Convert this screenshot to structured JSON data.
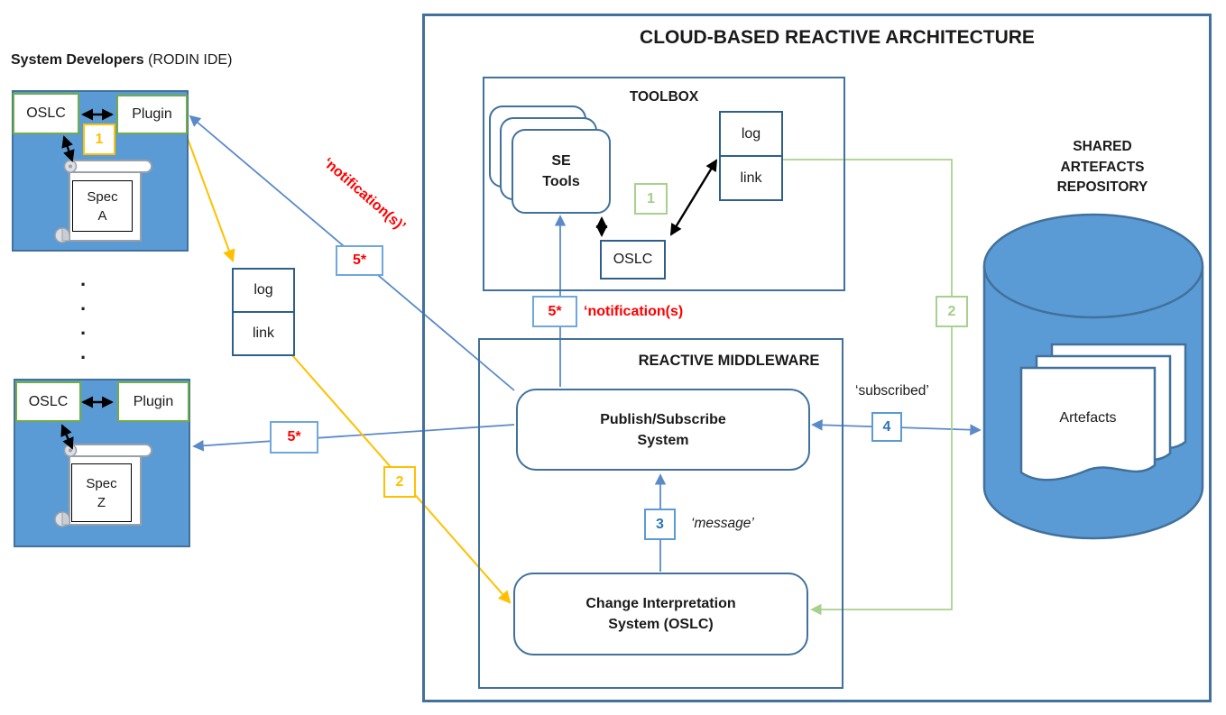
{
  "header": {
    "system_developers_bold": "System Developers",
    "system_developers_note": " (RODIN IDE)"
  },
  "cloud": {
    "title": "CLOUD-BASED REACTIVE ARCHITECTURE"
  },
  "toolbox": {
    "title": "TOOLBOX",
    "se_tools_line1": "SE",
    "se_tools_line2": "Tools",
    "oslc": "OSLC",
    "log": "log",
    "link": "link",
    "badge_1": "1"
  },
  "middleware": {
    "title": "REACTIVE MIDDLEWARE",
    "pubsub_line1": "Publish/Subscribe",
    "pubsub_line2": "System",
    "cis_line1": "Change Interpretation",
    "cis_line2": "System (OSLC)"
  },
  "repository": {
    "title_line1": "SHARED",
    "title_line2": "ARTEFACTS",
    "title_line3": "REPOSITORY",
    "artefacts": "Artefacts"
  },
  "dev_a": {
    "oslc": "OSLC",
    "plugin": "Plugin",
    "spec_line1": "Spec",
    "spec_line2": "A",
    "badge": "1"
  },
  "dev_z": {
    "oslc": "OSLC",
    "plugin": "Plugin",
    "spec_line1": "Spec",
    "spec_line2": "Z"
  },
  "log_link_left": {
    "log": "log",
    "link": "link"
  },
  "dots": {
    "dot": "·"
  },
  "connectors": {
    "badge_5_top": "5*",
    "badge_5_left": "5*",
    "badge_5_mid": "5*",
    "badge_2_yellow": "2",
    "badge_2_green": "2",
    "badge_3": "3",
    "badge_4": "4",
    "notification_diag": "‘notification(s)’",
    "notification_mid": "‘notification(s)",
    "subscribed": "‘subscribed’",
    "message": "‘message’"
  },
  "colors": {
    "box_fill_blue": "#5B9BD5",
    "box_border_dark_blue": "#41719C",
    "green_border": "#70AD47",
    "light_green": "#A9D18E",
    "gold": "#FFC000",
    "red": "#FF0000",
    "connector_blue": "#5B8AC9"
  }
}
